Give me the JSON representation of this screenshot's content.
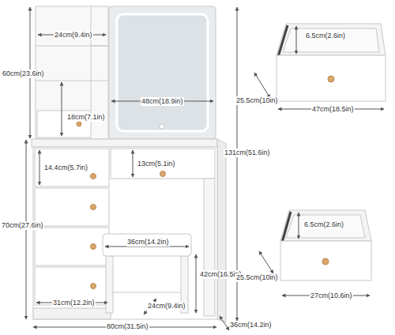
{
  "diagram": {
    "labels": [
      "24cm(9.4in)",
      "60cm(23.6in)",
      "18cm(7.1in)",
      "48cm(18.9in)",
      "14.4cm(5.7in)",
      "13cm(5.1in)",
      "131cm(51.6in)",
      "70cm(27.6in)",
      "36cm(14.2in)",
      "42cm(16.5in)",
      "31cm(12.2in)",
      "24cm(9.4in)",
      "80cm(31.5in)",
      "36cm(14.2in)",
      "6.5cm(2.6in)",
      "25.5cm(10in)",
      "47cm(18.5in)",
      "6.5cm(2.6in)",
      "25.5cm(10in)",
      "27cm(10.6in)"
    ]
  }
}
